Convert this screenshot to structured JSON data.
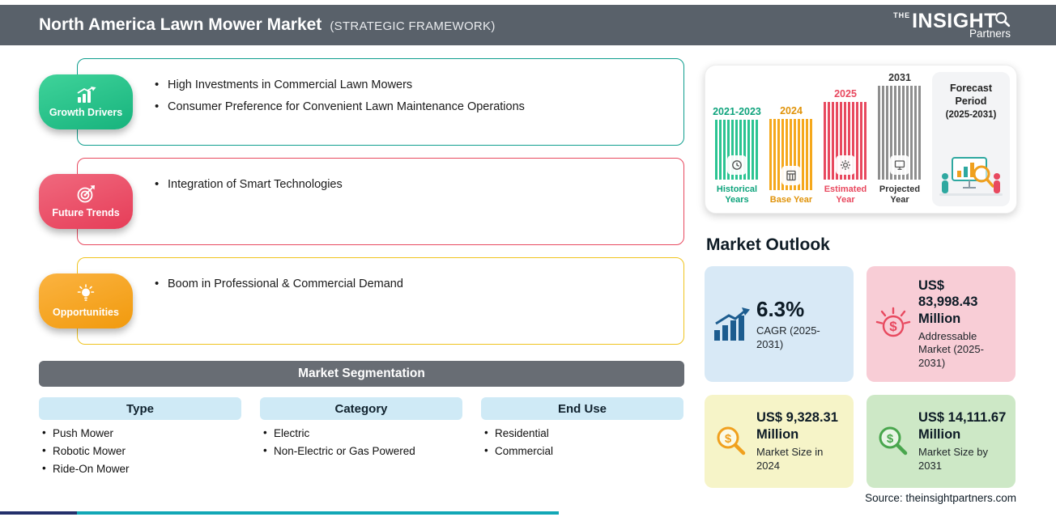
{
  "header": {
    "title": "North America Lawn Mower Market",
    "subtitle": "(STRATEGIC FRAMEWORK)",
    "logo": {
      "the": "THE",
      "insight": "INSIGHT",
      "partners": "Partners"
    }
  },
  "framework": {
    "sections": [
      {
        "label": "Growth Drivers",
        "icon": "bar-chart-growth-icon",
        "accent": "#1db381",
        "border": "#0f9e8e",
        "bullets": [
          "High Investments in Commercial Lawn Mowers",
          "Consumer Preference for Convenient Lawn Maintenance Operations"
        ]
      },
      {
        "label": "Future Trends",
        "icon": "target-icon",
        "accent": "#e8495f",
        "border": "#e8495f",
        "bullets": [
          "Integration of Smart Technologies"
        ]
      },
      {
        "label": "Opportunities",
        "icon": "lightbulb-icon",
        "accent": "#f5a81c",
        "border": "#f0c420",
        "bullets": [
          "Boom in Professional & Commercial Demand"
        ]
      }
    ]
  },
  "segmentation": {
    "title": "Market Segmentation",
    "columns": [
      {
        "header": "Type",
        "items": [
          "Push Mower",
          "Robotic Mower",
          "Ride-On Mower"
        ]
      },
      {
        "header": "Category",
        "items": [
          "Electric",
          "Non-Electric or Gas Powered"
        ]
      },
      {
        "header": "End Use",
        "items": [
          "Residential",
          "Commercial"
        ]
      }
    ]
  },
  "timeline": {
    "groups": [
      {
        "year": "2021-2023",
        "label": "Historical Years",
        "color": "#1db381",
        "icon": "history-clock-icon"
      },
      {
        "year": "2024",
        "label": "Base Year",
        "color": "#f0a01e",
        "icon": "calculator-icon"
      },
      {
        "year": "2025",
        "label": "Estimated Year",
        "color": "#e8495f",
        "icon": "gear-icon"
      },
      {
        "year": "2031",
        "label": "Projected Year",
        "color": "#444444",
        "icon": "monitor-icon"
      }
    ],
    "forecast_title": "Forecast Period",
    "forecast_range": "(2025-2031)"
  },
  "outlook": {
    "title": "Market Outlook",
    "cards": [
      {
        "value": "6.3%",
        "label": "CAGR (2025-2031)",
        "bg": "#d8e9f6",
        "icon": "bar-chart-growth-icon"
      },
      {
        "value": "US$ 83,998.43 Million",
        "label": "Addressable Market (2025-2031)",
        "bg": "#f8cdd6",
        "icon": "dollar-burst-icon"
      },
      {
        "value": "US$ 9,328.31 Million",
        "label": "Market Size in 2024",
        "bg": "#f6f4c8",
        "icon": "magnifier-dollar-icon"
      },
      {
        "value": "US$ 14,111.67 Million",
        "label": "Market Size by 2031",
        "bg": "#cde8c6",
        "icon": "magnifier-dollar-icon"
      }
    ]
  },
  "source": "Source: theinsightpartners.com",
  "palette": {
    "header_bg": "#59616a",
    "green": "#1db381",
    "red": "#e8495f",
    "orange": "#f5a81c",
    "seg_bar_bg": "#686d74",
    "seg_head_bg": "#cfeaf6",
    "teal_line": "#12a7b6"
  }
}
